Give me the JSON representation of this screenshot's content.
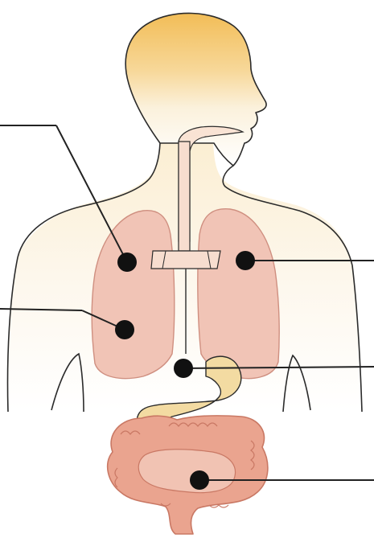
{
  "colors": {
    "background": "#ffffff",
    "head_skin": "#f3c46a",
    "body_fade": "#fbf3df",
    "outline": "#2b2b2b",
    "lung_fill": "#f1c4b6",
    "lung_stroke": "#cf8f80",
    "trachea_fill": "#f7ddcf",
    "stomach_fill": "#f3dba2",
    "intestine_fill": "#eaa48f",
    "intestine_stroke": "#c97864",
    "marker": "#111111",
    "leader_line": "#222222"
  },
  "markers": [
    {
      "id": "left-upper-lung"
    },
    {
      "id": "left-lower-lung"
    },
    {
      "id": "right-lung"
    },
    {
      "id": "diaphragm"
    },
    {
      "id": "intestine"
    }
  ]
}
